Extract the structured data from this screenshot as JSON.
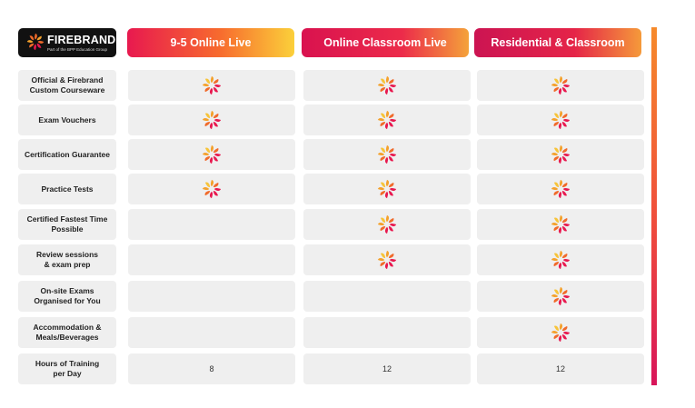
{
  "brand": {
    "name": "FIREBRAND",
    "tagline": "Part of the BPP Education Group"
  },
  "columns": [
    {
      "label": "9-5 Online Live"
    },
    {
      "label": "Online Classroom Live"
    },
    {
      "label": "Residential & Classroom"
    }
  ],
  "rows": [
    {
      "label": "Official & Firebrand\nCustom Courseware",
      "values": [
        "icon",
        "icon",
        "icon"
      ]
    },
    {
      "label": "Exam Vouchers",
      "values": [
        "icon",
        "icon",
        "icon"
      ]
    },
    {
      "label": "Certification Guarantee",
      "values": [
        "icon",
        "icon",
        "icon"
      ]
    },
    {
      "label": "Practice Tests",
      "values": [
        "icon",
        "icon",
        "icon"
      ]
    },
    {
      "label": "Certified Fastest Time\nPossible",
      "values": [
        "",
        "icon",
        "icon"
      ]
    },
    {
      "label": "Review sessions\n& exam prep",
      "values": [
        "",
        "icon",
        "icon"
      ]
    },
    {
      "label": "On-site Exams\nOrganised for You",
      "values": [
        "",
        "",
        "icon"
      ]
    },
    {
      "label": "Accommodation &\nMeals/Beverages",
      "values": [
        "",
        "",
        "icon"
      ]
    },
    {
      "label": "Hours of Training\nper Day",
      "values": [
        "8",
        "12",
        "12"
      ]
    }
  ],
  "icons": {
    "included": "firebrand-flower-icon"
  },
  "colors": {
    "logo_bg": "#111111",
    "cell_bg": "#efefef",
    "accent_red": "#e8194f",
    "accent_orange": "#f76a2e",
    "accent_yellow": "#fbd03a"
  }
}
